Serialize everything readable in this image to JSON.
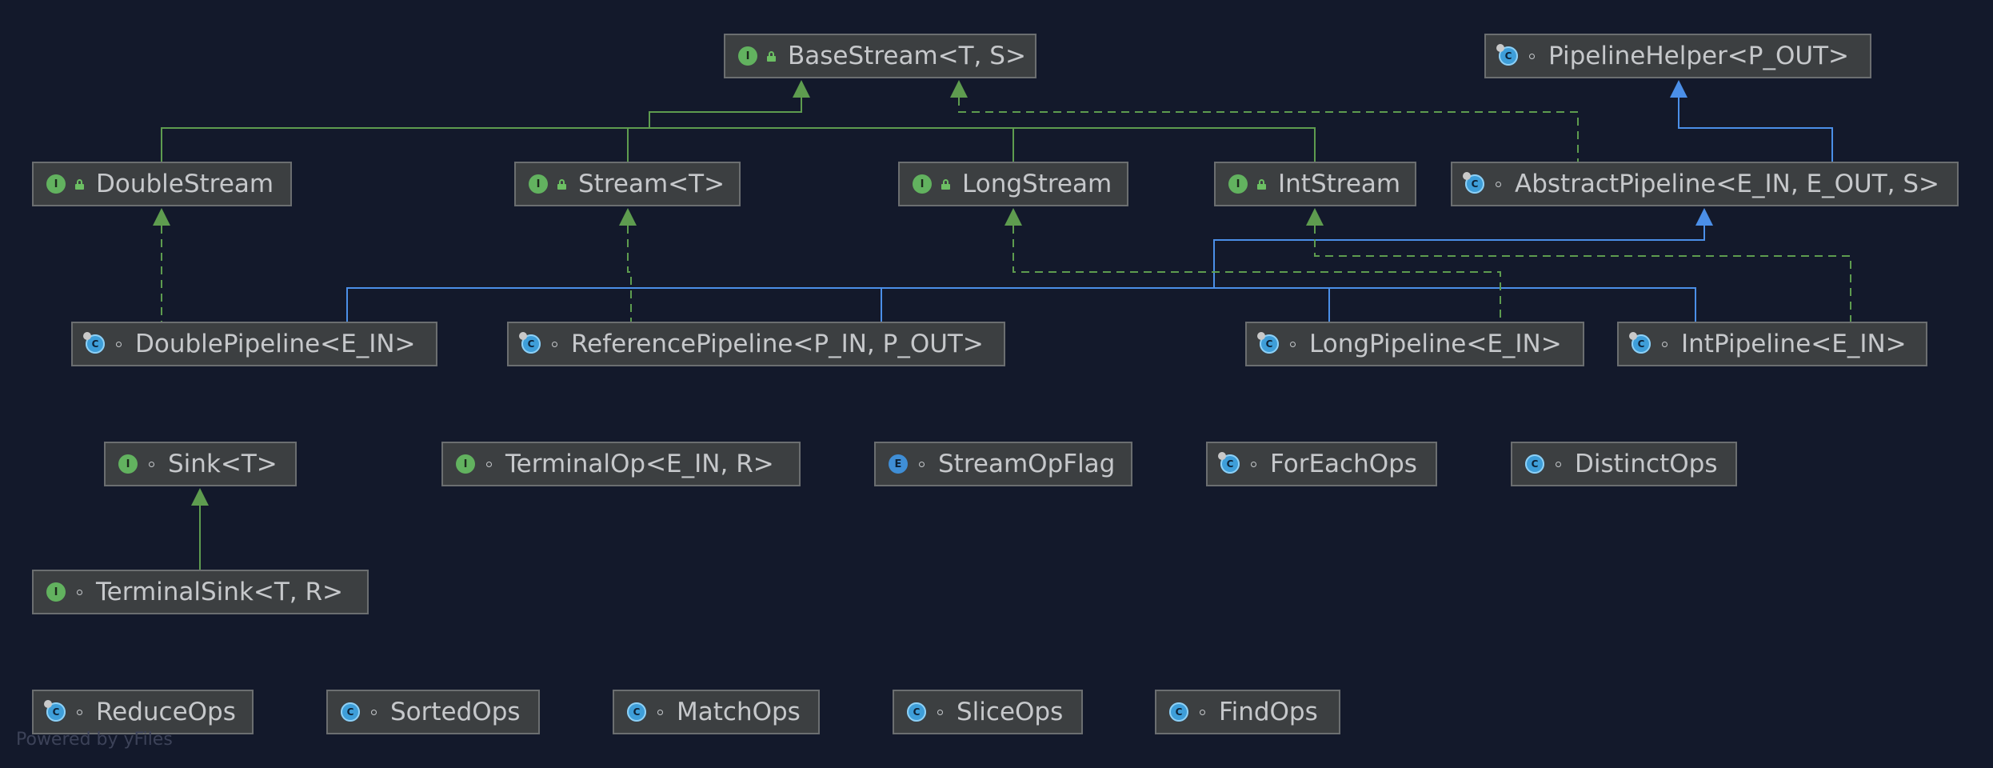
{
  "nodes": [
    {
      "id": "BaseStream",
      "label": "BaseStream<T, S>",
      "kind": "i",
      "vis": "lock"
    },
    {
      "id": "PipelineHelper",
      "label": "PipelineHelper<P_OUT>",
      "kind": "c-abs",
      "vis": "dot"
    },
    {
      "id": "DoubleStream",
      "label": "DoubleStream",
      "kind": "i",
      "vis": "lock"
    },
    {
      "id": "Stream",
      "label": "Stream<T>",
      "kind": "i",
      "vis": "lock"
    },
    {
      "id": "LongStream",
      "label": "LongStream",
      "kind": "i",
      "vis": "lock"
    },
    {
      "id": "IntStream",
      "label": "IntStream",
      "kind": "i",
      "vis": "lock"
    },
    {
      "id": "AbstractPipeline",
      "label": "AbstractPipeline<E_IN, E_OUT, S>",
      "kind": "c-abs",
      "vis": "dot"
    },
    {
      "id": "DoublePipeline",
      "label": "DoublePipeline<E_IN>",
      "kind": "c-abs",
      "vis": "dot"
    },
    {
      "id": "ReferencePipeline",
      "label": "ReferencePipeline<P_IN, P_OUT>",
      "kind": "c-abs",
      "vis": "dot"
    },
    {
      "id": "LongPipeline",
      "label": "LongPipeline<E_IN>",
      "kind": "c-abs",
      "vis": "dot"
    },
    {
      "id": "IntPipeline",
      "label": "IntPipeline<E_IN>",
      "kind": "c-abs",
      "vis": "dot"
    },
    {
      "id": "Sink",
      "label": "Sink<T>",
      "kind": "i",
      "vis": "dot"
    },
    {
      "id": "TerminalOp",
      "label": "TerminalOp<E_IN, R>",
      "kind": "i",
      "vis": "dot"
    },
    {
      "id": "StreamOpFlag",
      "label": "StreamOpFlag",
      "kind": "e",
      "vis": "dot"
    },
    {
      "id": "ForEachOps",
      "label": "ForEachOps",
      "kind": "c-abs",
      "vis": "dot"
    },
    {
      "id": "DistinctOps",
      "label": "DistinctOps",
      "kind": "c",
      "vis": "dot"
    },
    {
      "id": "TerminalSink",
      "label": "TerminalSink<T, R>",
      "kind": "i",
      "vis": "dot"
    },
    {
      "id": "ReduceOps",
      "label": "ReduceOps",
      "kind": "c-abs",
      "vis": "dot"
    },
    {
      "id": "SortedOps",
      "label": "SortedOps",
      "kind": "c",
      "vis": "dot"
    },
    {
      "id": "MatchOps",
      "label": "MatchOps",
      "kind": "c",
      "vis": "dot"
    },
    {
      "id": "SliceOps",
      "label": "SliceOps",
      "kind": "c",
      "vis": "dot"
    },
    {
      "id": "FindOps",
      "label": "FindOps",
      "kind": "c",
      "vis": "dot"
    }
  ],
  "badge_letters": {
    "i": "I",
    "c": "C",
    "e": "E"
  },
  "colors": {
    "interface_edge": "#5e9c4f",
    "class_edge": "#4b8fe8",
    "background": "#13192b",
    "node_fill": "#3c3f41",
    "node_border": "#6b6e70"
  },
  "footer": "Powered by yFiles"
}
